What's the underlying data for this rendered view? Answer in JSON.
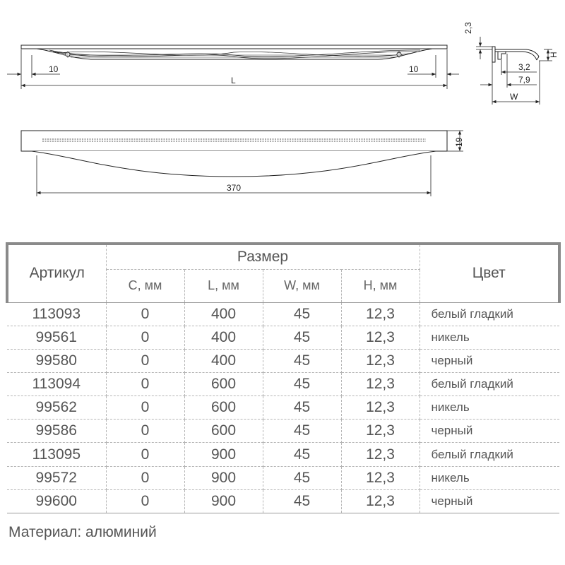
{
  "drawing": {
    "offset_left": "10",
    "offset_right": "10",
    "length_label": "L",
    "bottom_length": "370",
    "height_19": "19",
    "profile": {
      "dim_2_3": "2,3",
      "dim_h": "H",
      "dim_3_2": "3,2",
      "dim_7_9": "7,9",
      "dim_w": "W"
    }
  },
  "table": {
    "col_article": "Артикул",
    "group_size": "Размер",
    "col_c": "C, мм",
    "col_l": "L, мм",
    "col_w": "W, мм",
    "col_h": "H, мм",
    "col_color": "Цвет",
    "rows": [
      {
        "article": "113093",
        "c": "0",
        "l": "400",
        "w": "45",
        "h": "12,3",
        "color": "белый гладкий"
      },
      {
        "article": "99561",
        "c": "0",
        "l": "400",
        "w": "45",
        "h": "12,3",
        "color": "никель"
      },
      {
        "article": "99580",
        "c": "0",
        "l": "400",
        "w": "45",
        "h": "12,3",
        "color": "черный"
      },
      {
        "article": "113094",
        "c": "0",
        "l": "600",
        "w": "45",
        "h": "12,3",
        "color": "белый гладкий"
      },
      {
        "article": "99562",
        "c": "0",
        "l": "600",
        "w": "45",
        "h": "12,3",
        "color": "никель"
      },
      {
        "article": "99586",
        "c": "0",
        "l": "600",
        "w": "45",
        "h": "12,3",
        "color": "черный"
      },
      {
        "article": "113095",
        "c": "0",
        "l": "900",
        "w": "45",
        "h": "12,3",
        "color": "белый гладкий"
      },
      {
        "article": "99572",
        "c": "0",
        "l": "900",
        "w": "45",
        "h": "12,3",
        "color": "никель"
      },
      {
        "article": "99600",
        "c": "0",
        "l": "900",
        "w": "45",
        "h": "12,3",
        "color": "черный"
      }
    ]
  },
  "material": "Материал: алюминий"
}
